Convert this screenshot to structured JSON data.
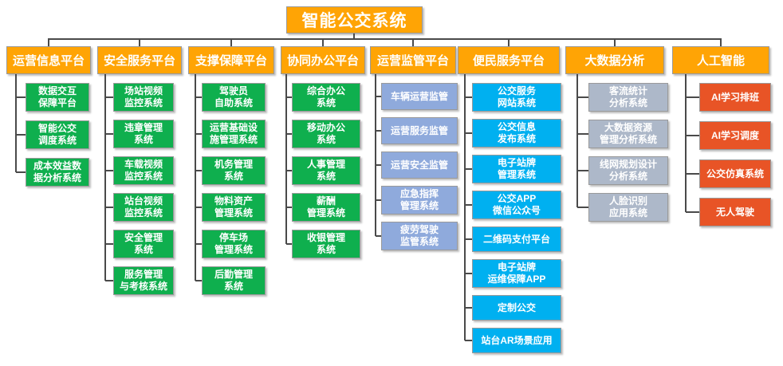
{
  "root": {
    "label": "智能公交系统"
  },
  "colors": {
    "orange": "#FFA405",
    "green": "#0FAF4E",
    "periwinkle": "#8FAADC",
    "cyan": "#00B0F0",
    "gray": "#ADB8C9",
    "red_orange": "#E85426",
    "line": "#4A4A4A"
  },
  "columns": [
    {
      "label": "运营信息平台",
      "header_color": "orange",
      "child_color": "green",
      "children": [
        {
          "label": "数据交互\n保障平台"
        },
        {
          "label": "智能公交\n调度系统"
        },
        {
          "label": "成本效益数\n据分析系统"
        }
      ]
    },
    {
      "label": "安全服务平台",
      "header_color": "orange",
      "child_color": "green",
      "children": [
        {
          "label": "场站视频\n监控系统"
        },
        {
          "label": "违章管理\n系统"
        },
        {
          "label": "车载视频\n监控系统"
        },
        {
          "label": "站台视频\n监控系统"
        },
        {
          "label": "安全管理\n系统"
        },
        {
          "label": "服务管理\n与考核系统"
        }
      ]
    },
    {
      "label": "支撑保障平台",
      "header_color": "orange",
      "child_color": "green",
      "children": [
        {
          "label": "驾驶员\n自助系统"
        },
        {
          "label": "运营基础设\n施管理系统"
        },
        {
          "label": "机务管理\n系统"
        },
        {
          "label": "物料资产\n管理系统"
        },
        {
          "label": "停车场\n管理系统"
        },
        {
          "label": "后勤管理\n系统"
        }
      ]
    },
    {
      "label": "协同办公平台",
      "header_color": "orange",
      "child_color": "green",
      "children": [
        {
          "label": "综合办公\n系统"
        },
        {
          "label": "移动办公\n系统"
        },
        {
          "label": "人事管理\n系统"
        },
        {
          "label": "薪酬\n管理系统"
        },
        {
          "label": "收银管理\n系统"
        }
      ]
    },
    {
      "label": "运营监管平台",
      "header_color": "orange",
      "child_color": "periwinkle",
      "children": [
        {
          "label": "车辆运营监管"
        },
        {
          "label": "运营服务监管"
        },
        {
          "label": "运营安全监管"
        },
        {
          "label": "应急指挥\n管理系统"
        },
        {
          "label": "疲劳驾驶\n监管系统"
        }
      ]
    },
    {
      "label": "便民服务平台",
      "header_color": "orange",
      "child_color": "cyan",
      "children": [
        {
          "label": "公交服务\n网站系统"
        },
        {
          "label": "公交信息\n发布系统"
        },
        {
          "label": "电子站牌\n管理系统"
        },
        {
          "label": "公交APP\n微信公众号"
        },
        {
          "label": "二维码支付平台"
        },
        {
          "label": "电子站牌\n运维保障APP"
        },
        {
          "label": "定制公交"
        },
        {
          "label": "站台AR场景应用"
        }
      ]
    },
    {
      "label": "大数据分析",
      "header_color": "orange",
      "child_color": "gray",
      "children": [
        {
          "label": "客流统计\n分析系统"
        },
        {
          "label": "大数据资源\n管理分析系统"
        },
        {
          "label": "线网规划设计\n分析系统"
        },
        {
          "label": "人脸识别\n应用系统"
        }
      ]
    },
    {
      "label": "人工智能",
      "header_color": "orange",
      "child_color": "red_orange",
      "children": [
        {
          "label": "AI学习排班"
        },
        {
          "label": "AI学习调度"
        },
        {
          "label": "公交仿真系统"
        },
        {
          "label": "无人驾驶"
        }
      ]
    }
  ]
}
